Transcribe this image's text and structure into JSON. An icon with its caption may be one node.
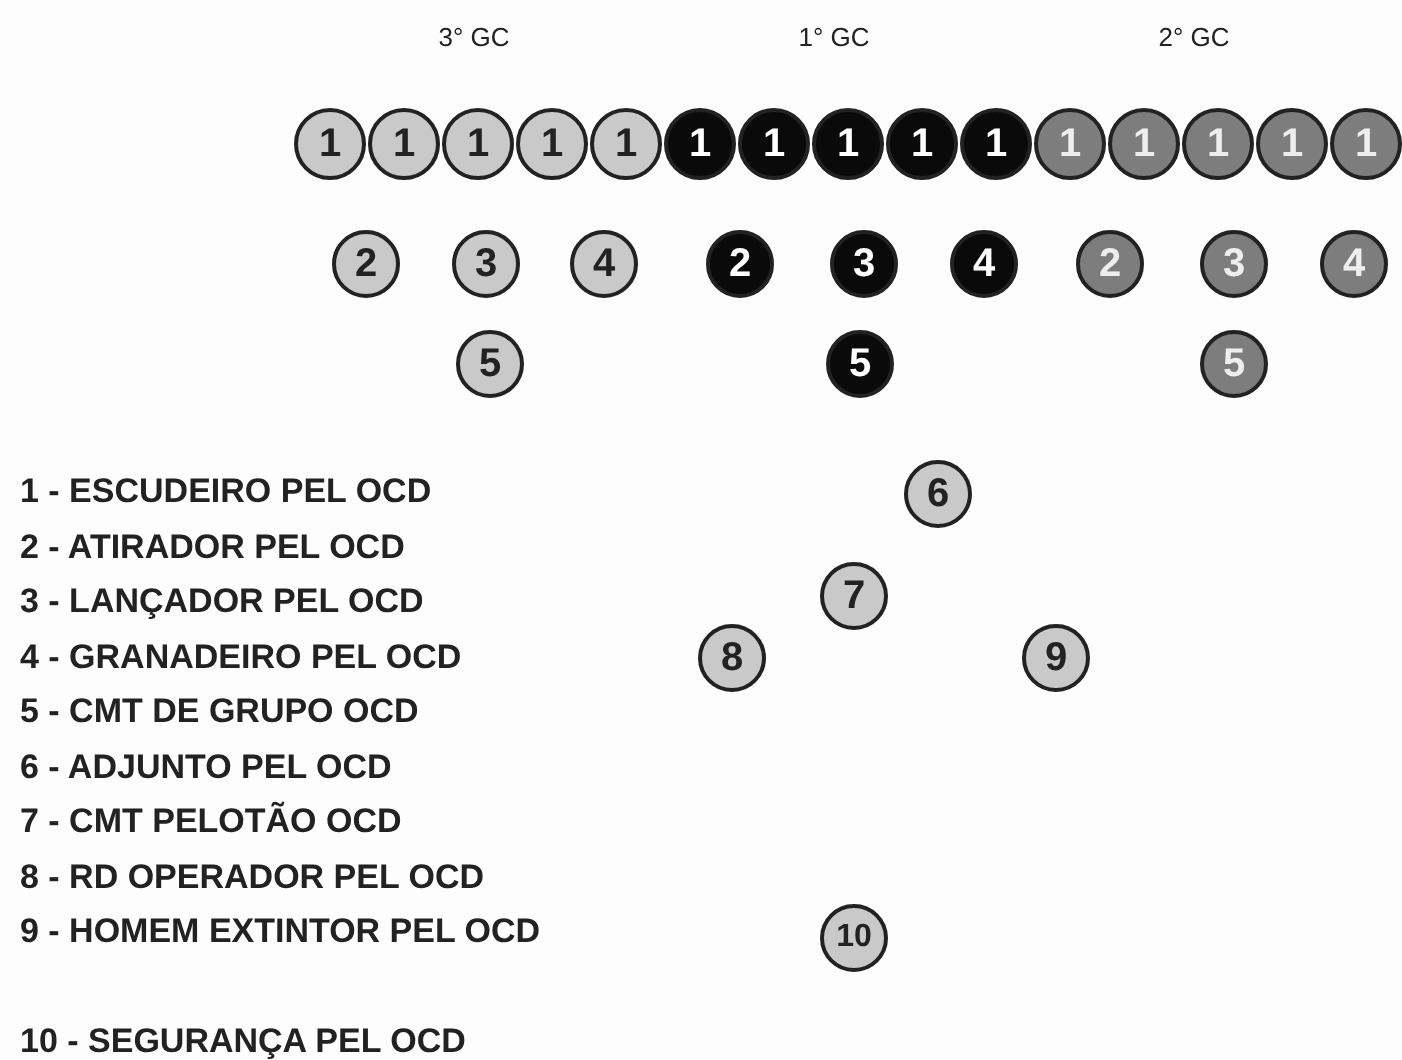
{
  "diagram": {
    "nodes": [
      {
        "text": [
          "1"
        ]
      },
      {
        "text": [
          "1"
        ]
      },
      {
        "text": [
          "1"
        ]
      },
      {
        "text": [
          "1"
        ]
      },
      {
        "text": [
          "1"
        ]
      },
      {
        "text": [
          "1"
        ]
      },
      {
        "text": [
          "1"
        ]
      },
      {
        "text": [
          "1"
        ]
      },
      {
        "text": [
          "1"
        ]
      },
      {
        "text": [
          "1"
        ]
      },
      {
        "text": [
          "1"
        ]
      },
      {
        "text": [
          "1"
        ]
      },
      {
        "text": [
          "1"
        ]
      },
      {
        "text": [
          "1"
        ]
      },
      {
        "text": [
          "1"
        ]
      },
      {
        "text": [
          "2"
        ]
      },
      {
        "text": [
          "3"
        ]
      },
      {
        "text": [
          "4"
        ]
      },
      {
        "text": [
          "2"
        ]
      },
      {
        "text": [
          "3"
        ]
      },
      {
        "text": [
          "4"
        ]
      },
      {
        "text": [
          "2"
        ]
      },
      {
        "text": [
          "3"
        ]
      },
      {
        "text": [
          "4"
        ]
      },
      {
        "text": [
          "5"
        ]
      },
      {
        "text": [
          "5"
        ]
      },
      {
        "text": [
          "5"
        ]
      },
      {
        "text": [
          "6"
        ]
      },
      {
        "text": [
          "7"
        ]
      },
      {
        "text": [
          "8"
        ]
      },
      {
        "text": [
          "9"
        ]
      },
      {
        "text": [
          "10"
        ]
      }
    ],
    "edges": [],
    "labels": [
      "3° GC",
      "1° GC",
      "2° GC",
      "1 - ESCUDEIRO PEL OCD",
      "2 - ATIRADOR PEL OCD",
      "3 - LANÇADOR PEL OCD",
      "4 - GRANADEIRO PEL OCD",
      "5 - CMT DE GRUPO OCD",
      "6 - ADJUNTO PEL OCD",
      "7 - CMT PELOTÃO OCD",
      "8 - RD OPERADOR PEL OCD",
      "9 - HOMEM EXTINTOR PEL OCD",
      "10 - SEGURANÇA PEL OCD"
    ]
  }
}
